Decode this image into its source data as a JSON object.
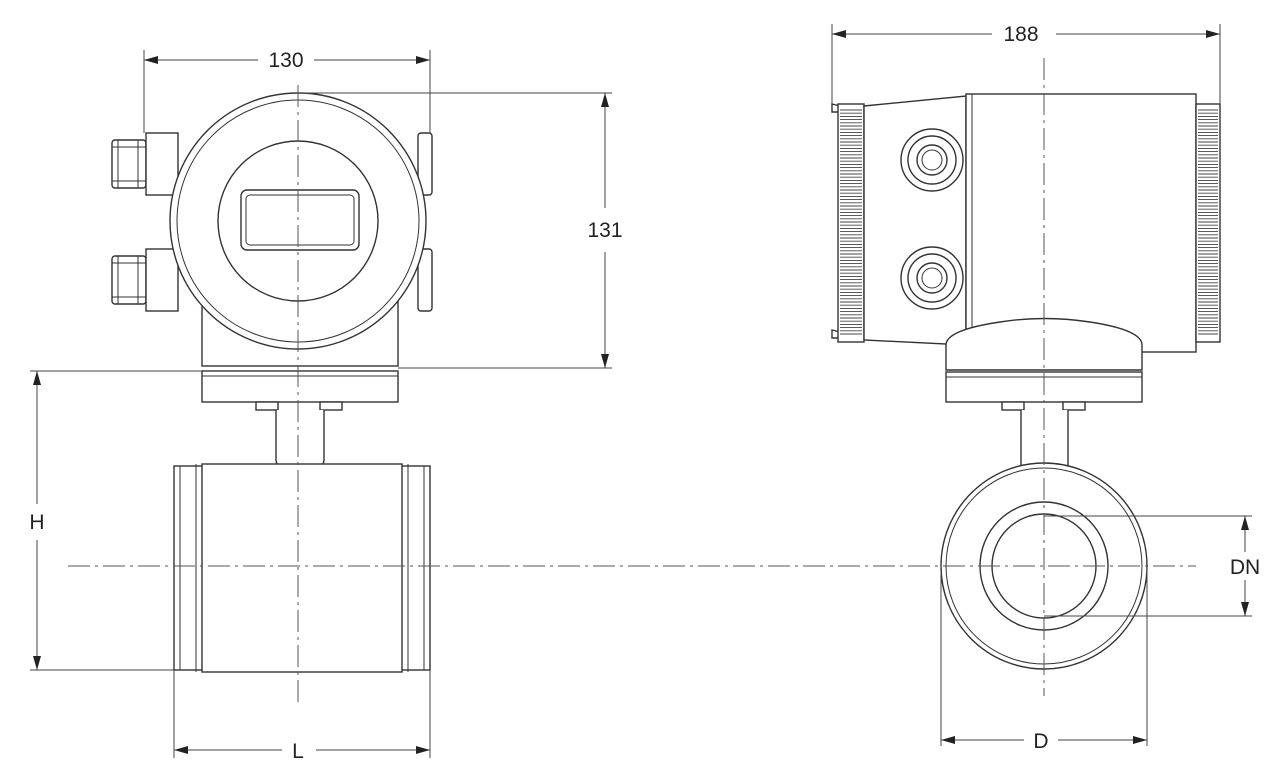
{
  "dimensions": {
    "front_width": "130",
    "front_height": "131",
    "side_width": "188",
    "overall_height": "H",
    "length": "L",
    "nominal_diameter": "DN",
    "outer_diameter": "D"
  },
  "colors": {
    "line": "#333333",
    "background": "#ffffff"
  }
}
